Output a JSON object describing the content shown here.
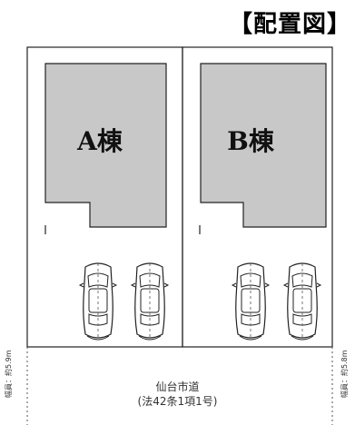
{
  "title": "【配置図】",
  "buildings": [
    {
      "label": "A棟"
    },
    {
      "label": "B棟"
    }
  ],
  "road": {
    "name": "仙台市道",
    "law": "(法42条1項1号)",
    "width_left": "幅員：約5.9m",
    "width_right": "幅員：約5.8m"
  },
  "colors": {
    "building_fill": "#c8c8c8",
    "line": "#222222"
  }
}
